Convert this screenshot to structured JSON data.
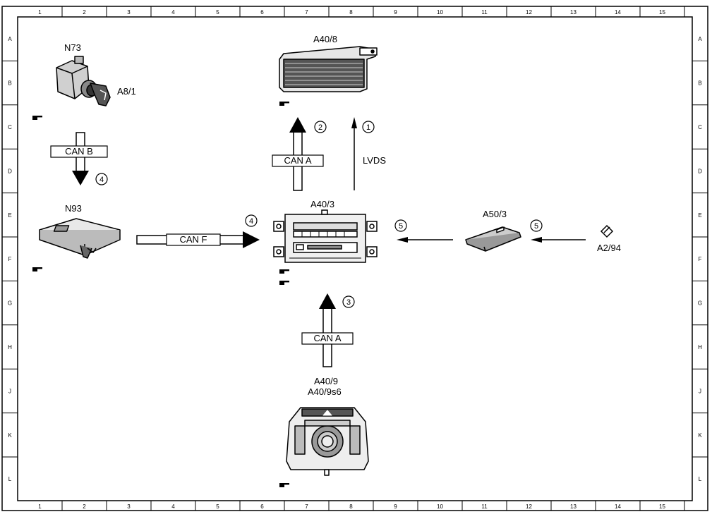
{
  "grid": {
    "columns": [
      "1",
      "2",
      "3",
      "4",
      "5",
      "6",
      "7",
      "8",
      "9",
      "10",
      "11",
      "12",
      "13",
      "14",
      "15"
    ],
    "rows": [
      "A",
      "B",
      "C",
      "D",
      "E",
      "F",
      "G",
      "H",
      "J",
      "K",
      "L"
    ]
  },
  "components": {
    "n73": "N73",
    "a8_1": "A8/1",
    "a40_8": "A40/8",
    "n93": "N93",
    "a40_3": "A40/3",
    "a50_3": "A50/3",
    "a2_94": "A2/94",
    "a40_9": "A40/9",
    "a40_9s6": "A40/9s6"
  },
  "buses": {
    "can_b": "CAN B",
    "can_a_top": "CAN A",
    "can_a_bottom": "CAN A",
    "can_f": "CAN F",
    "lvds": "LVDS"
  },
  "callouts": {
    "c1": "1",
    "c2": "2",
    "c3": "3",
    "c4_left": "4",
    "c4_mid": "4",
    "c5_left": "5",
    "c5_right": "5"
  },
  "colors": {
    "line": "#000000",
    "component_fill": "#d9d9d9",
    "component_dark": "#555555"
  }
}
